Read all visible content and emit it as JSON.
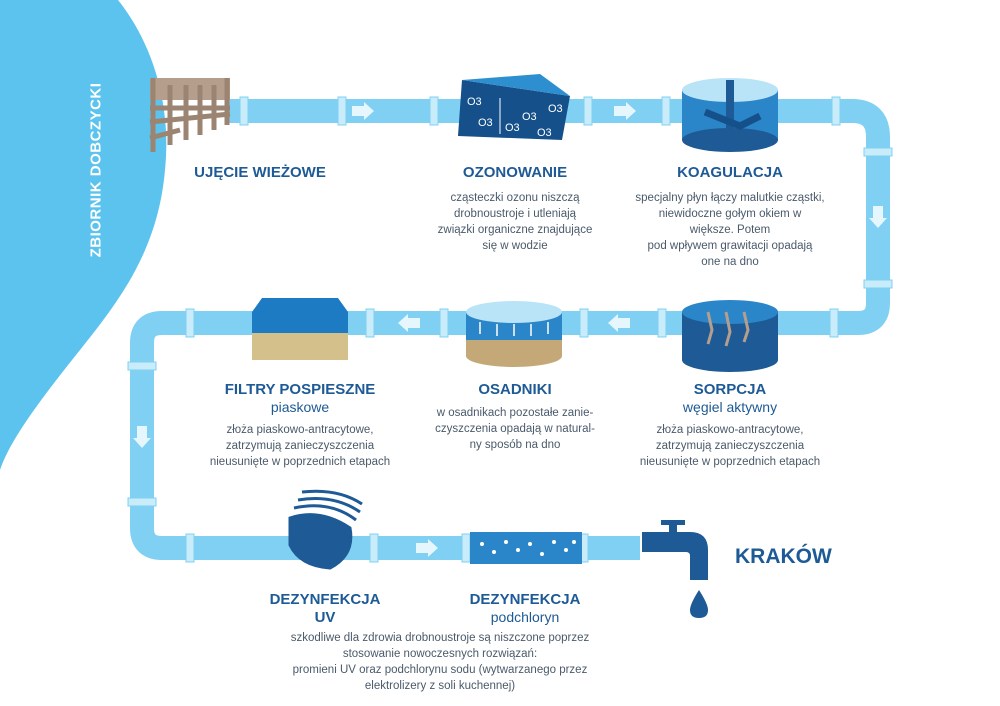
{
  "reservoir_label": "ZBIORNIK DOBCZYCKI",
  "destination": "KRAKÓW",
  "stages": {
    "intake": {
      "title": "UJĘCIE WIEŻOWE"
    },
    "ozonation": {
      "title": "OZONOWANIE",
      "desc": [
        "cząsteczki ozonu niszczą",
        "drobnoustroje i utleniają",
        "związki organiczne znajdujące",
        "się w wodzie"
      ],
      "o3_labels": [
        "O3",
        "O3",
        "O3",
        "O3",
        "O3",
        "O3"
      ]
    },
    "coagulation": {
      "title": "KOAGULACJA",
      "desc": [
        "specjalny płyn łączy malutkie cząstki,",
        "niewidoczne gołym okiem w",
        "większe. Potem",
        "pod wpływem grawitacji opadają",
        "one na dno"
      ]
    },
    "sorption": {
      "title": "SORPCJA",
      "subtitle": "węgiel aktywny",
      "desc": [
        "złoża piaskowo-antracytowe,",
        "zatrzymują zanieczyszczenia",
        "nieusunięte w poprzednich etapach"
      ]
    },
    "settlers": {
      "title": "OSADNIKI",
      "desc": [
        "w osadnikach pozostałe zanie-",
        "czyszczenia opadają w natural-",
        "ny sposób na dno"
      ]
    },
    "rapid_filters": {
      "title": "FILTRY POSPIESZNE",
      "subtitle": "piaskowe",
      "desc": [
        "złoża piaskowo-antracytowe,",
        "zatrzymują zanieczyszczenia",
        "nieusunięte w poprzednich etapach"
      ]
    },
    "uv": {
      "title_lines": [
        "DEZYNFEKCJA",
        "UV"
      ]
    },
    "hypochlorite": {
      "title": "DEZYNFEKCJA",
      "subtitle": "podchloryn"
    },
    "disinfection_desc": [
      "szkodliwe dla zdrowia drobnoustroje są niszczone poprzez",
      "stosowanie nowoczesnych rozwiązań:",
      "promieni UV oraz podchlorynu sodu (wytwarzanego przez",
      "elektrolizery z soli kuchennej)"
    ]
  },
  "colors": {
    "reservoir": "#5bc3ee",
    "pipe": "#7fd0f3",
    "pipe_joint": "#c9ecfa",
    "dark_blue": "#1d5a96",
    "water_blue": "#2a86c8",
    "sand": "#d4c08a",
    "tower": "#9c8472"
  },
  "icons": [
    "tower-icon",
    "ozone-tank-icon",
    "coagulation-tank-icon",
    "sorption-tank-icon",
    "settler-tank-icon",
    "sand-filter-icon",
    "uv-lamp-icon",
    "hypochlorite-tube-icon",
    "water-tap-icon",
    "water-drop-icon",
    "flow-arrow-icon"
  ]
}
